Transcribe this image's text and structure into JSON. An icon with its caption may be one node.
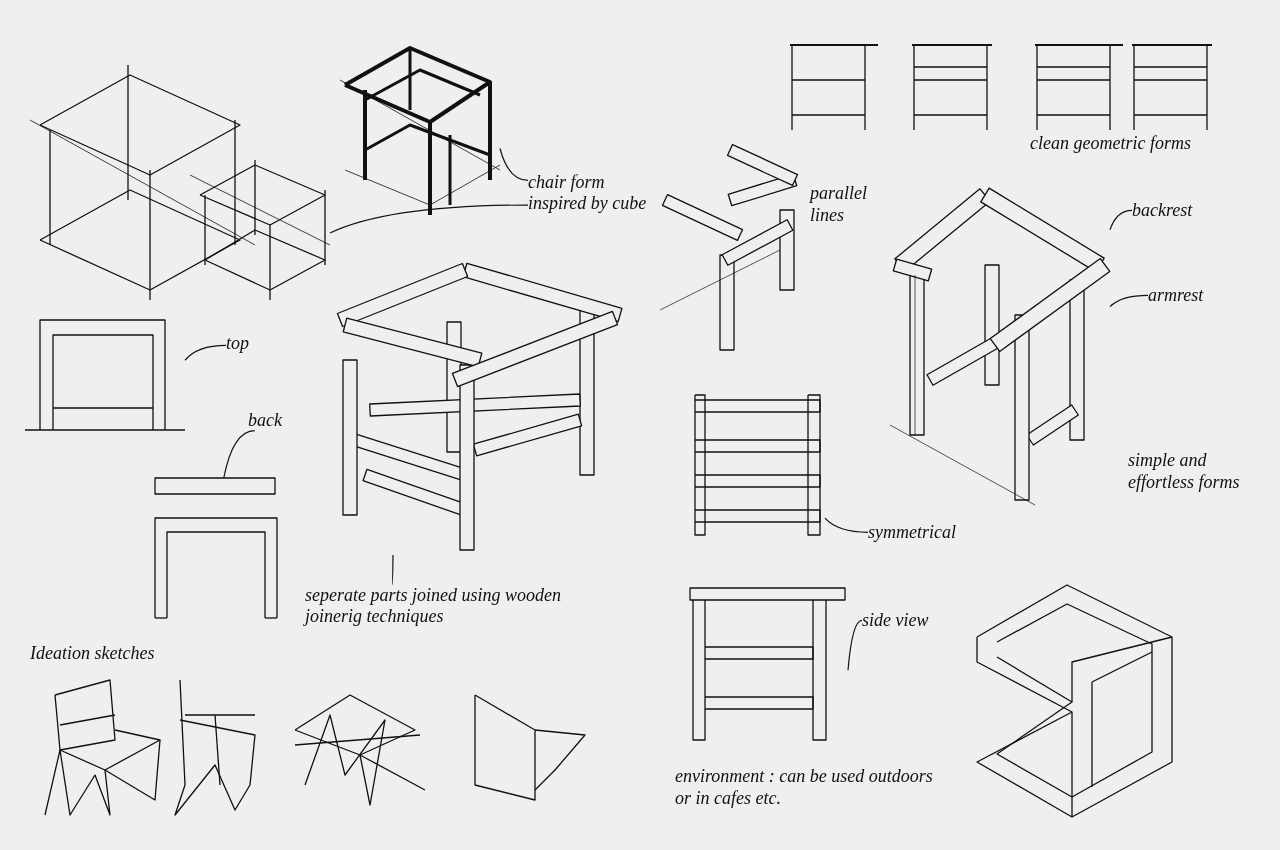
{
  "diagram": {
    "nodes": [
      {
        "text": [],
        "shape": "picture"
      },
      {
        "text": [],
        "shape": "picture"
      },
      {
        "text": [
          "chair form inspired by cube"
        ]
      },
      {
        "text": [],
        "shape": "picture"
      },
      {
        "text": [
          "top"
        ]
      },
      {
        "text": [],
        "shape": "picture"
      },
      {
        "text": [
          "back"
        ]
      },
      {
        "text": [],
        "shape": "picture"
      },
      {
        "text": [
          "seperate parts joined using wooden joinerig techniques"
        ]
      },
      {
        "text": [],
        "shape": "picture"
      },
      {
        "text": [
          "backrest"
        ]
      },
      {
        "text": [
          "armrest"
        ]
      },
      {
        "text": [],
        "shape": "picture"
      },
      {
        "text": [
          "symmetrical"
        ]
      },
      {
        "text": [],
        "shape": "picture"
      },
      {
        "text": [
          "side view"
        ]
      }
    ],
    "edges": [
      {
        "from": 2,
        "to": 0,
        "arrow": "none"
      },
      {
        "from": 2,
        "to": 1,
        "arrow": "none"
      },
      {
        "from": 4,
        "to": 3,
        "arrow": "none"
      },
      {
        "from": 6,
        "to": 5,
        "arrow": "none"
      },
      {
        "from": 8,
        "to": 7,
        "arrow": "none"
      },
      {
        "from": 10,
        "to": 9,
        "arrow": "none"
      },
      {
        "from": 11,
        "to": 9,
        "arrow": "none"
      },
      {
        "from": 13,
        "to": 12,
        "arrow": "none"
      },
      {
        "from": 15,
        "to": 14,
        "arrow": "none"
      }
    ],
    "labels": [
      "clean geometric forms",
      "parallel lines",
      "simple and effortless forms",
      "Ideation sketches",
      "environment : can be used outdoors or in cafes etc."
    ]
  }
}
